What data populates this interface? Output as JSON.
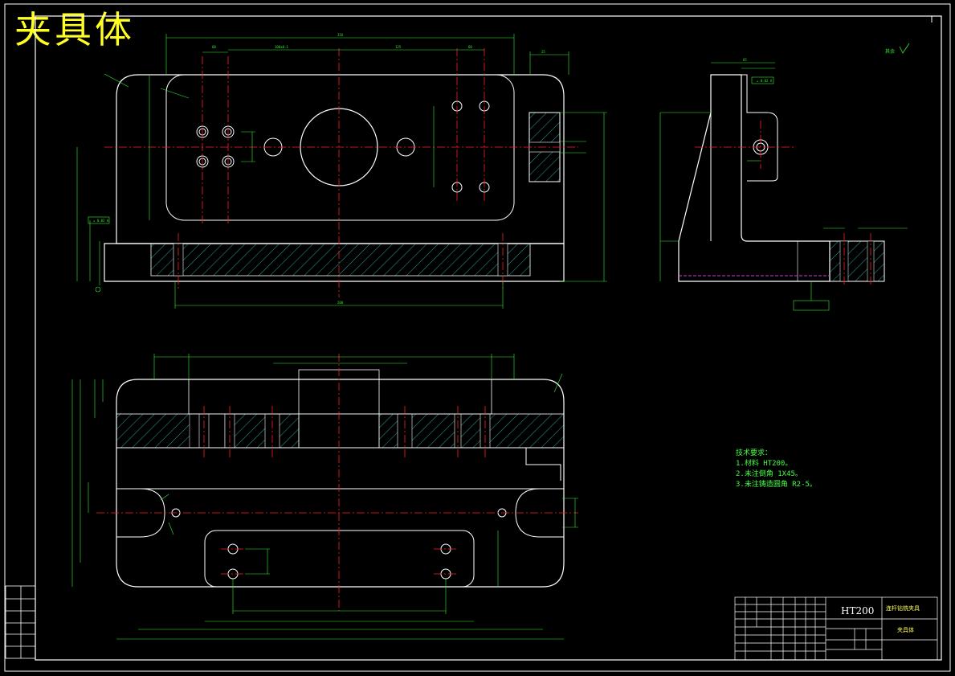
{
  "drawing": {
    "title": "夹具体",
    "material": "HT200",
    "part_name": "夹具体",
    "drawing_title": "连杆钻铣夹具",
    "tech_requirements": {
      "heading": "技术要求：",
      "items": [
        "1.材料 HT200。",
        "2.未注倒角 1X45。",
        "3.未注铸造圆角 R2-5。"
      ]
    },
    "roughness_mark": "其余"
  },
  "colors": {
    "background": "#000000",
    "outline": "#ffffff",
    "dimension": "#33ee33",
    "centerline": "#ff2020",
    "hatch": "#33cccc",
    "hidden": "#cc44cc",
    "title": "#ffff22"
  }
}
